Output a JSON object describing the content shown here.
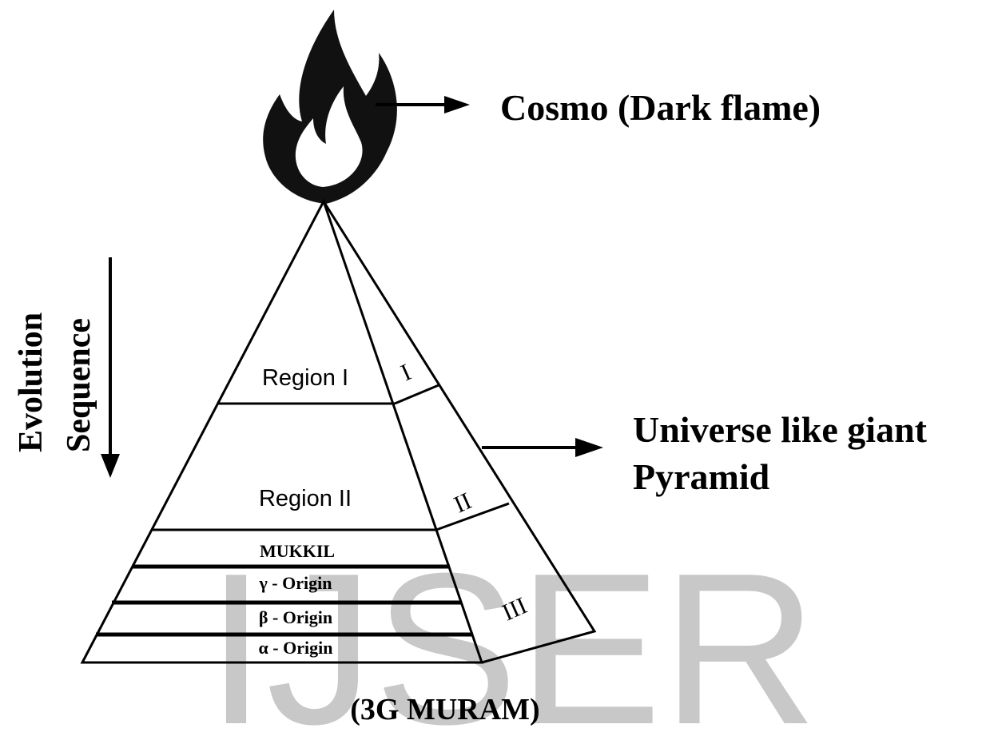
{
  "labels": {
    "cosmo": "Cosmo (Dark flame)",
    "universe_line1": "Universe like giant",
    "universe_line2": "Pyramid",
    "evolution": "Evolution",
    "sequence": "Sequence",
    "region1": "Region I",
    "region2": "Region II",
    "mukkil": "MUKKIL",
    "gamma": "γ - Origin",
    "beta": "β - Origin",
    "alpha": "α - Origin",
    "face1": "I",
    "face2": "II",
    "face3": "III",
    "caption": "(3G MURAM)"
  },
  "watermark": "IJSER",
  "colors": {
    "line": "#000000",
    "flame": "#111111",
    "watermark": "#c8c8c8"
  },
  "icons": {
    "flame": "flame-icon",
    "arrow": "arrow-right-icon"
  }
}
